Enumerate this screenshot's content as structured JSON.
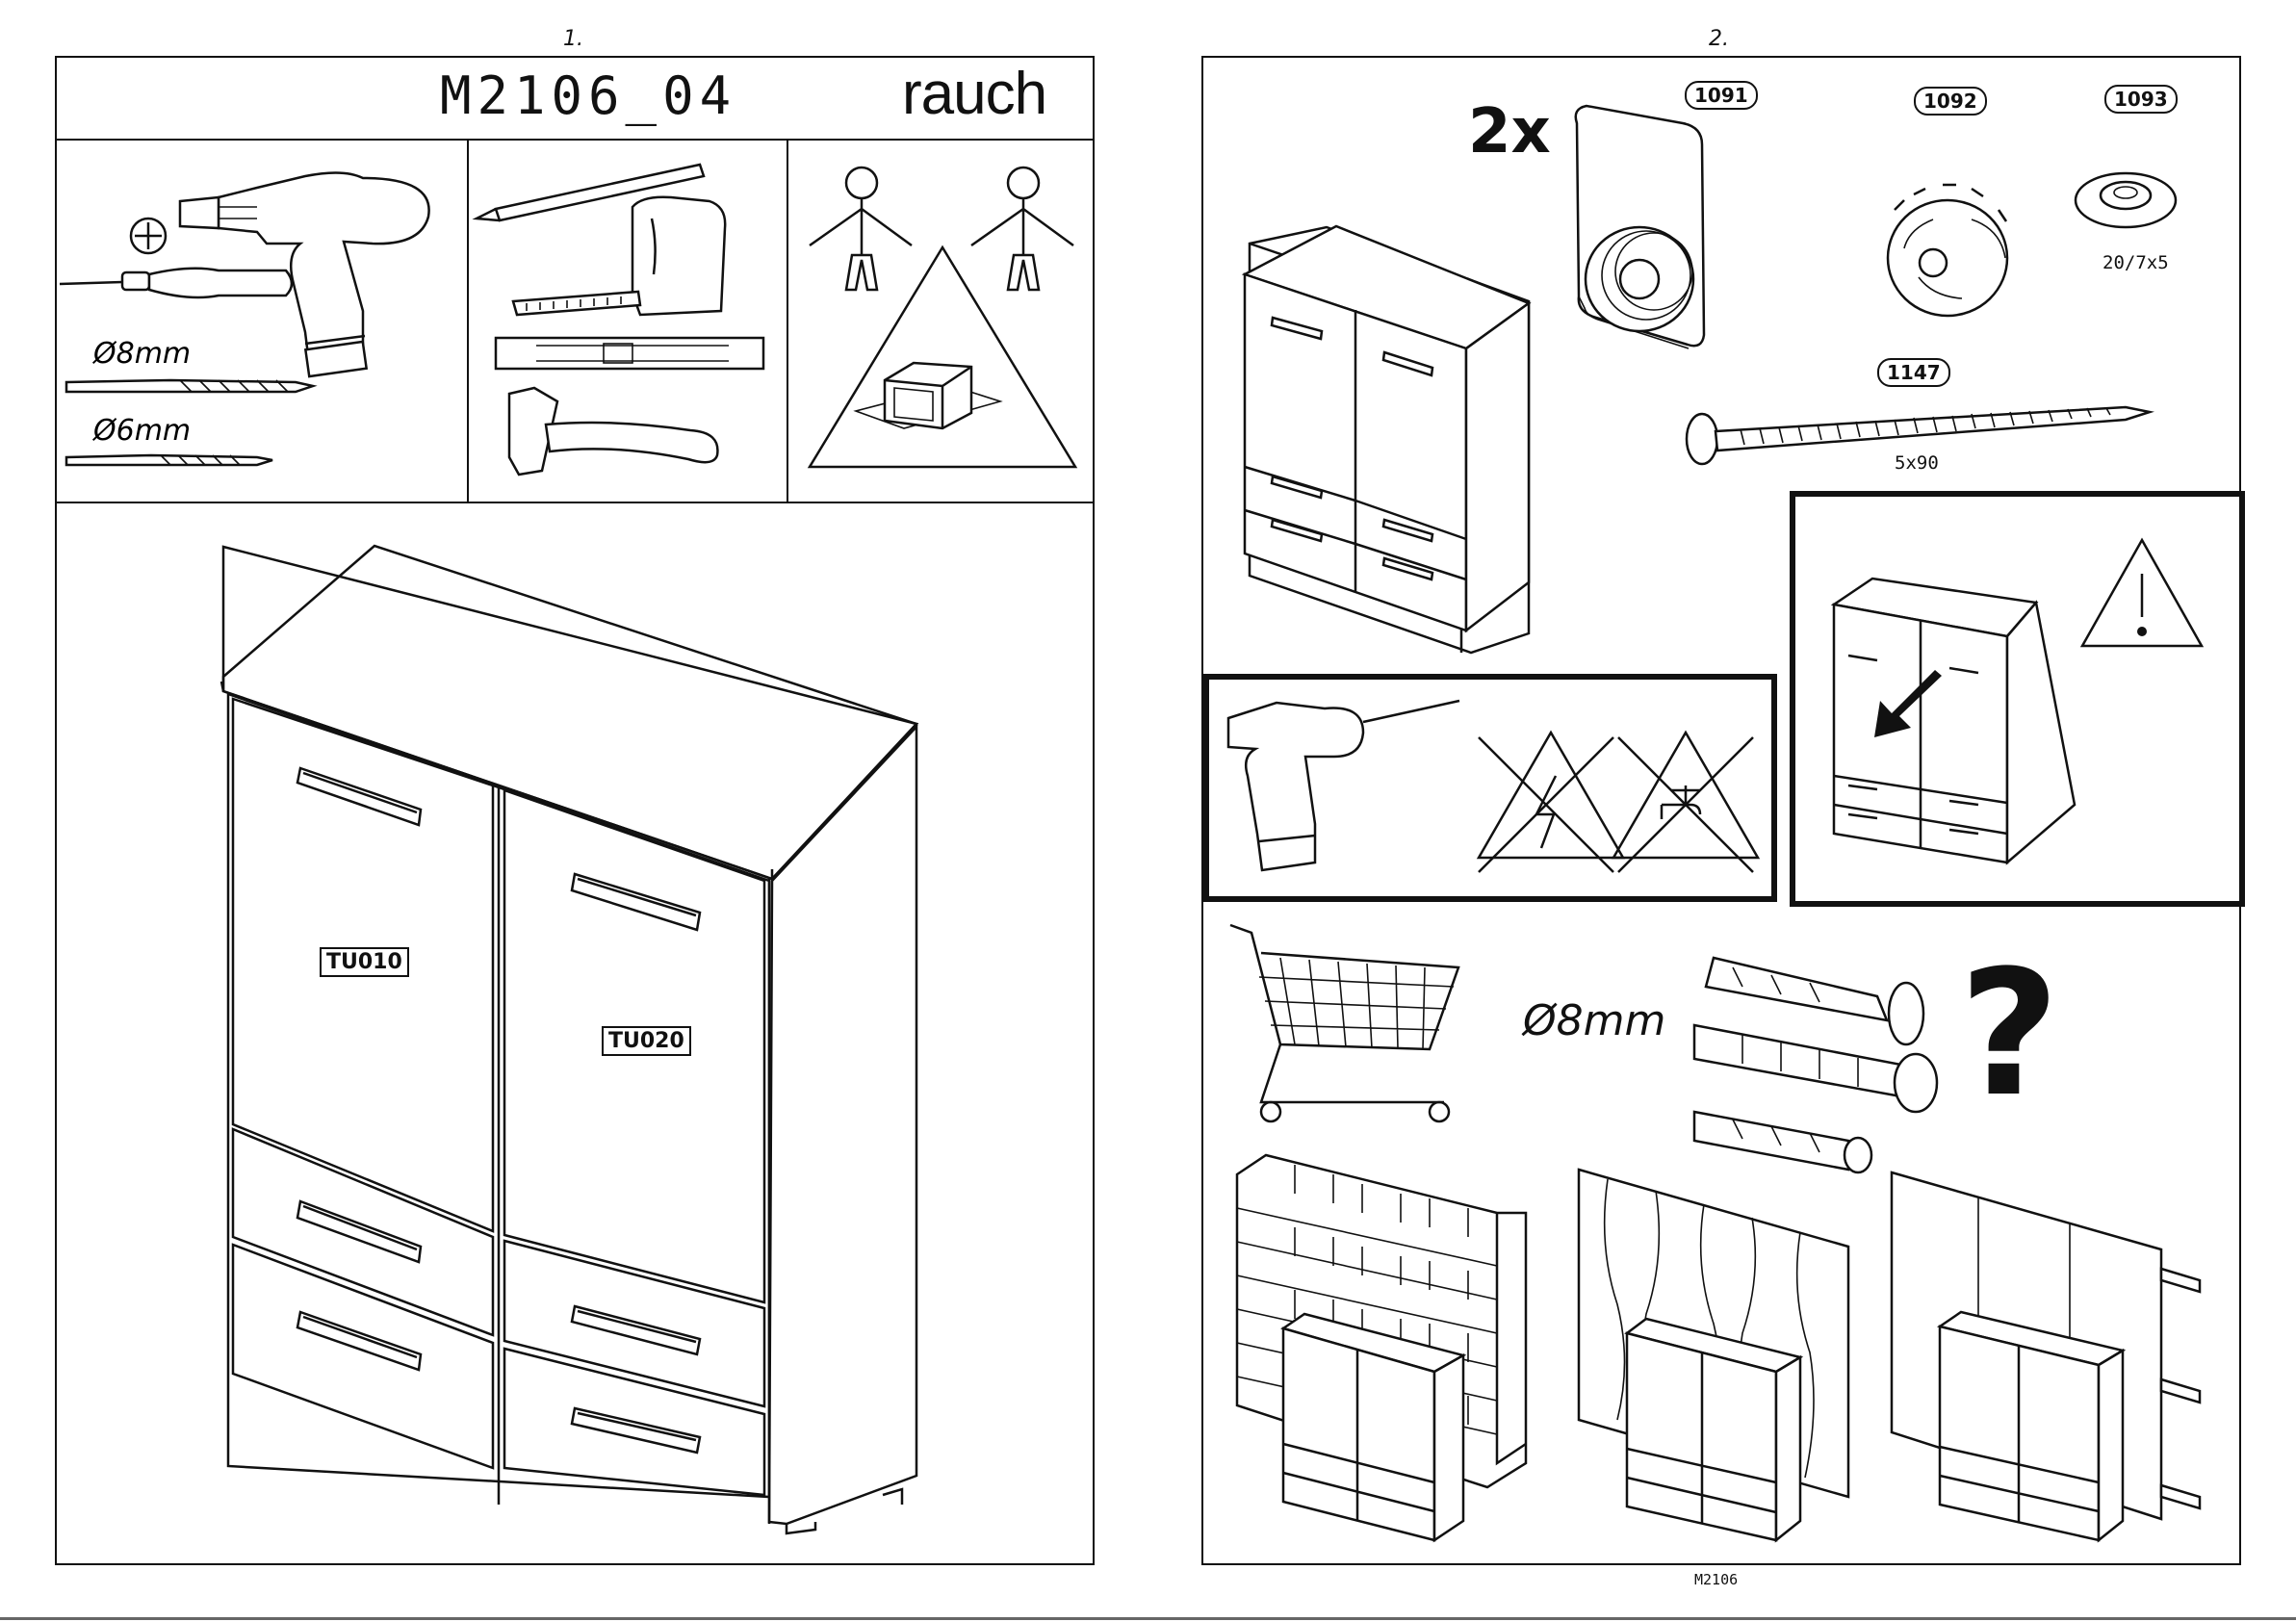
{
  "page1": {
    "number": "1.",
    "title": "M2106_04",
    "brand": "rauch",
    "drill_8": "Ø8mm",
    "drill_6": "Ø6mm",
    "parts": {
      "left_door": "TU010",
      "right_door": "TU020"
    }
  },
  "page2": {
    "number": "2.",
    "quantity": "2x",
    "hardware": [
      {
        "code": "1091",
        "size": ""
      },
      {
        "code": "1092",
        "size": ""
      },
      {
        "code": "1093",
        "size": "20/7x5"
      },
      {
        "code": "1147",
        "size": "5x90"
      }
    ],
    "dowel_diameter": "Ø8mm",
    "question": "?",
    "footer": "M2106"
  }
}
